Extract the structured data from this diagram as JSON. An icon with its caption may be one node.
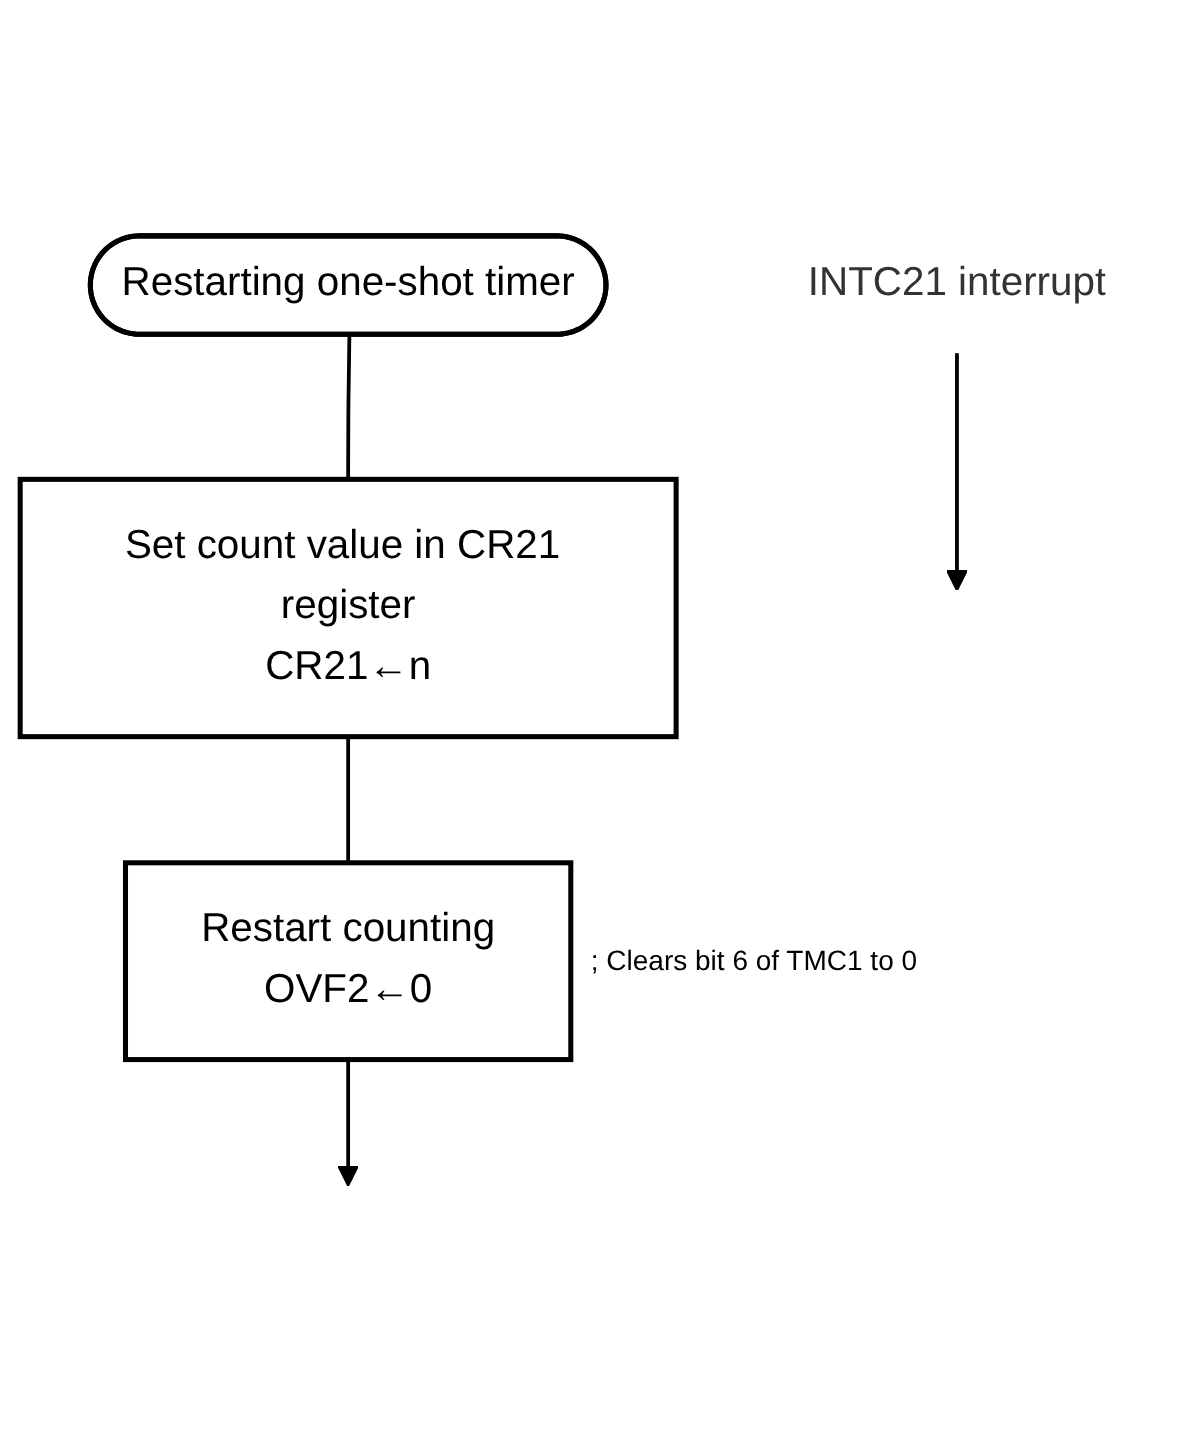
{
  "diagram": {
    "nodes": [
      {
        "text": [
          "Restarting one-shot timer"
        ]
      },
      {
        "text": [
          "Set count value in CR21 register",
          "CR21←n"
        ]
      },
      {
        "text": [
          "Restart counting",
          "OVF2←0"
        ],
        "beside": [
          "; Clears bit 6 of TMC1 to 0"
        ]
      },
      {
        "text": [
          "INTC21 interrupt"
        ]
      }
    ],
    "edges": [
      {
        "from": 0,
        "to": 1,
        "arrow": "none"
      },
      {
        "from": 1,
        "to": 2,
        "arrow": "none"
      },
      {
        "from": 2,
        "to": null,
        "arrow": "to"
      },
      {
        "from": 3,
        "to": null,
        "arrow": "to"
      }
    ]
  }
}
